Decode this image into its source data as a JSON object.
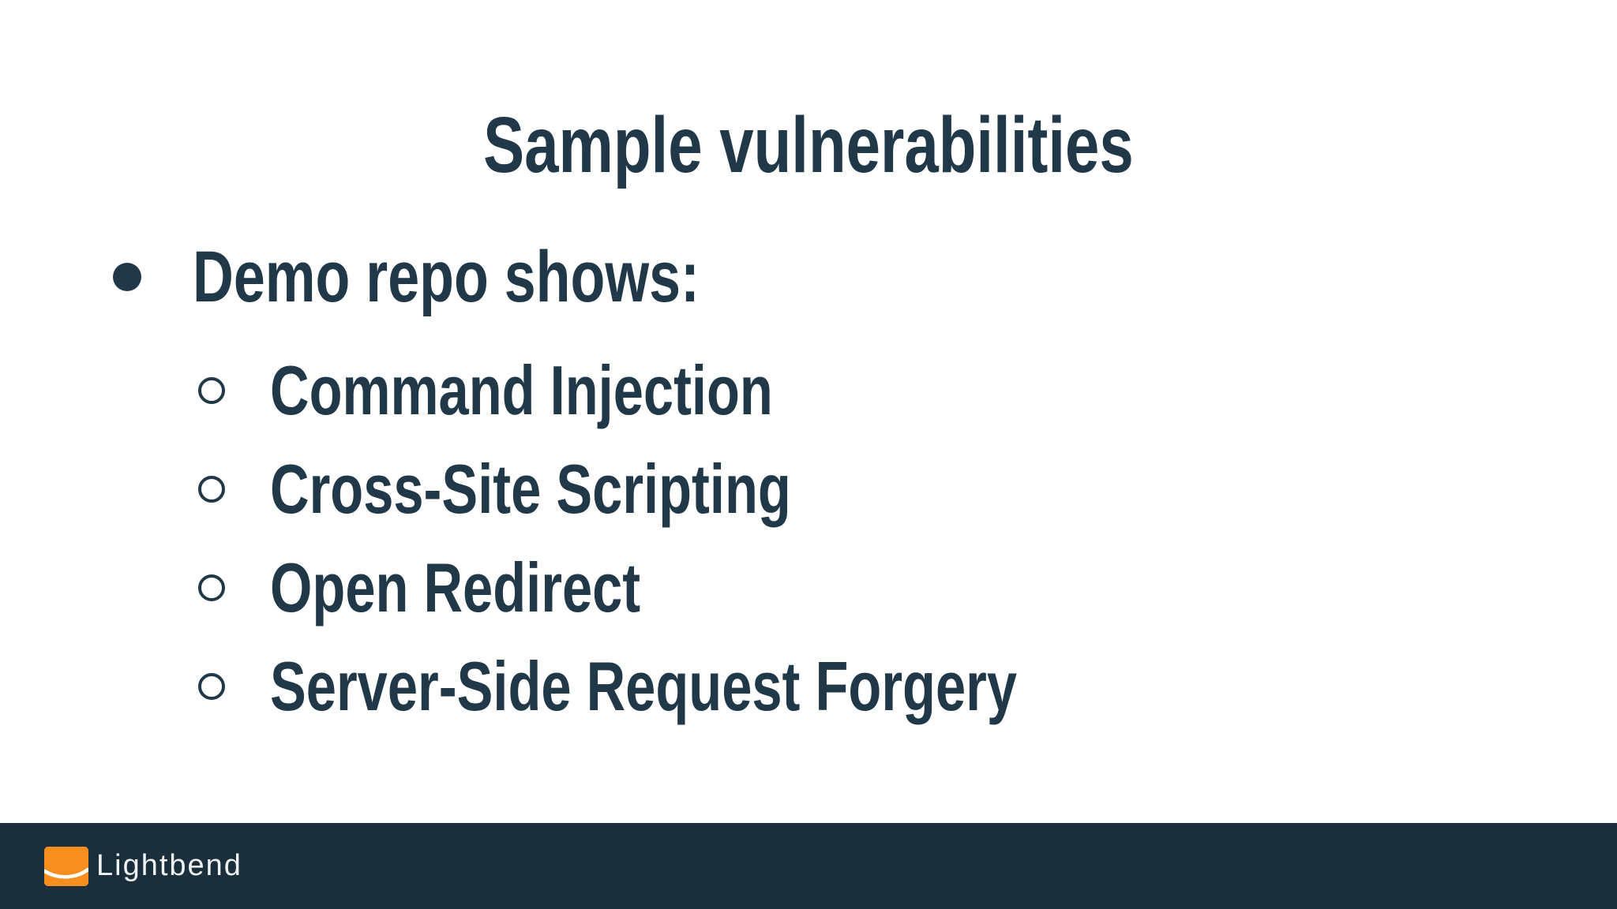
{
  "slide": {
    "title": "Sample vulnerabilities",
    "bullets": {
      "level1": "Demo repo shows:",
      "level2": [
        "Command Injection",
        "Cross-Site Scripting",
        "Open Redirect",
        "Server-Side Request Forgery"
      ]
    },
    "footer": {
      "brand": "Lightbend",
      "logo_icon": "lightbend-smile-logo"
    },
    "colors": {
      "ink": "#203847",
      "background": "#ffffff",
      "footer_background": "#1a2e3b",
      "logo_orange": "#f78e1e",
      "logo_arc": "#ffffff",
      "wordmark": "#eef2f3"
    }
  }
}
